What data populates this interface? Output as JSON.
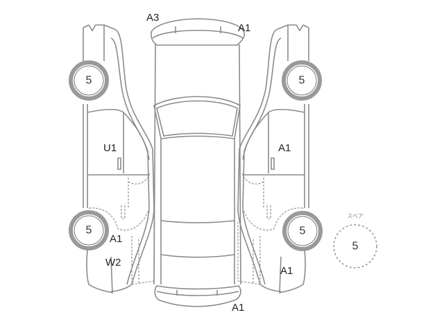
{
  "damage_marks": {
    "front_bumper_left": "A3",
    "front_bumper_right": "A1",
    "left_front_door": "U1",
    "right_front_door": "A1",
    "left_rear_fender": "A1",
    "left_rear_quarter": "W2",
    "right_rear_quarter": "A1",
    "rear_bumper": "A1"
  },
  "tires": {
    "left_front": "5",
    "right_front": "5",
    "left_rear": "5",
    "right_rear": "5"
  },
  "spare": {
    "label": "スペア",
    "value": "5"
  }
}
